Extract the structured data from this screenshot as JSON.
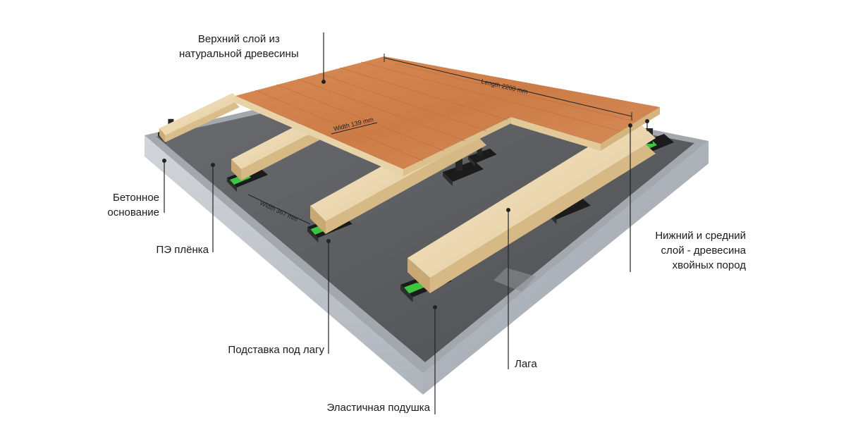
{
  "labels": {
    "top_layer": [
      "Верхний слой из",
      "натуральной древесины"
    ],
    "concrete": [
      "Бетонное",
      "основание"
    ],
    "pe_film": "ПЭ плёнка",
    "joist_support": "Подставка под лагу",
    "elastic_pad": "Эластичная подушка",
    "joist": "Лага",
    "lower_layers": [
      "Нижний и средний",
      "слой - древесина",
      "хвойных пород"
    ]
  },
  "dimensions": {
    "length": "Length 2200 mm",
    "width_board": "Width 139 mm",
    "width_joist": "Width 367 mm"
  },
  "colors": {
    "slab_top": "#9ea4ab",
    "slab_front": "#c9ced4",
    "film": "#5e6063",
    "wood_top": "#d3834f",
    "joist": "#ecd8ad",
    "pad": "#3ec43e",
    "support": "#1b1b1b"
  }
}
